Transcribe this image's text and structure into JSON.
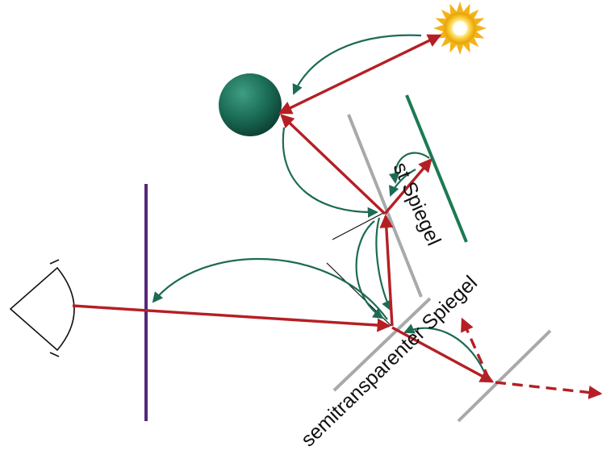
{
  "labels": {
    "mirror_small": "st Spiegel",
    "mirror_semi": "semitransparenter Spiegel"
  },
  "colors": {
    "ray": "#b51f24",
    "feedback": "#1d6b55",
    "mirror_gray": "#a9a9a9",
    "green_mirror": "#1c7a52",
    "violet_screen": "#55277a",
    "sun": "#f3b216",
    "ball": "#1a6b55",
    "outline": "#111111"
  },
  "icons": {
    "sun": "sun-icon",
    "ball": "sphere-object",
    "eye": "eye-icon"
  }
}
